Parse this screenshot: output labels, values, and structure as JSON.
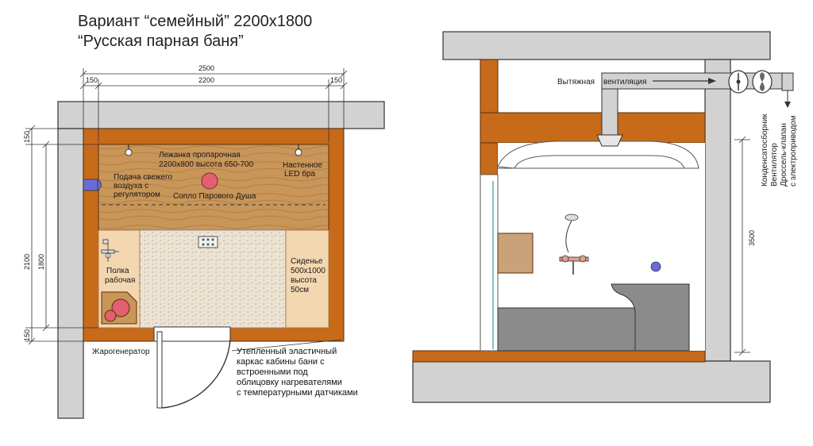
{
  "title": {
    "line1": "Вариант “семейный” 2200х1800",
    "line2": "“Русская парная баня”"
  },
  "dimensions": {
    "top_total": "2500",
    "top_inner": "2200",
    "top_left_wall": "150",
    "top_right_wall": "150",
    "left_total": "2100",
    "left_inner": "1800",
    "left_top_wall": "150",
    "left_bottom_wall": "150",
    "right_height": "3500"
  },
  "plan_labels": {
    "bench_line1": "Лежанка пропарочная",
    "bench_line2": "2200х800 высота 650-700",
    "led_line1": "Настенное",
    "led_line2": "LED бра",
    "air_line1": "Подача свежего",
    "air_line2": "воздуха с",
    "air_line3": "регулятором",
    "steam_nozzle": "Сопло Парового Душа",
    "shelf_line1": "Полка",
    "shelf_line2": "рабочая",
    "seat_line1": "Сиденье",
    "seat_line2": "500х1000",
    "seat_line3": "высота",
    "seat_line4": "50см",
    "generator": "Жарогенератор",
    "frame_line1": "Утепленный эластичный",
    "frame_line2": "каркас кабины бани с",
    "frame_line3": "встроенными под",
    "frame_line4": "облицовку нагревателями",
    "frame_line5": "с температурными датчиками"
  },
  "section_labels": {
    "exhaust_word1": "Вытяжная",
    "exhaust_word2": "вентиляция",
    "vert_line1": "Конденсатосборник",
    "vert_line2": "Вентилятор",
    "vert_line3": "Дроссель-клапан",
    "vert_line4": "с электроприводом"
  },
  "colors": {
    "wall_gray": "#d2d2d2",
    "frame_orange": "#c76a1a",
    "wood": "#c9965a",
    "tan": "#f2d7b0",
    "stone": "#e8dccb",
    "accent_red": "#e26070",
    "accent_blue": "#6b6bd8",
    "bench_gray": "#8b8b8b",
    "glass": "#7ec6c6"
  },
  "icons": [
    "thermometer-icon",
    "vent-icon",
    "fan-icon",
    "lamp-icon",
    "shower-head-icon",
    "faucet-icon",
    "steam-nozzle-icon"
  ]
}
